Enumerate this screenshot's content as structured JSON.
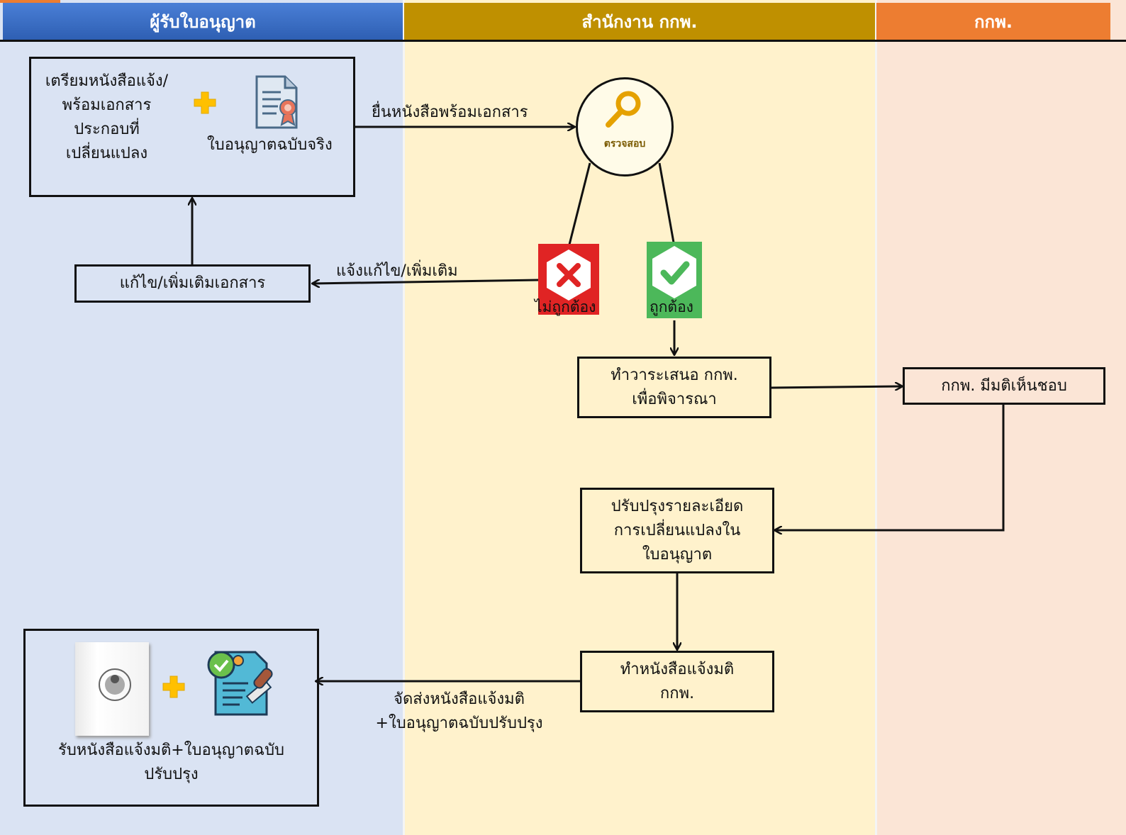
{
  "lanes": [
    {
      "title": "ผู้รับใบอนุญาต",
      "header_color": "#3A6FC4",
      "bg_color": "#DAE3F3"
    },
    {
      "title": "สำนักงาน กกพ.",
      "header_color": "#BF9000",
      "bg_color": "#FFF2CC"
    },
    {
      "title": "กกพ.",
      "header_color": "#ED7D31",
      "bg_color": "#FBE5D6"
    }
  ],
  "nodes": {
    "prepare": {
      "line1": "เตรียมหนังสือแจ้ง/",
      "line2": "พร้อมเอกสาร",
      "line3": "ประกอบที่",
      "line4": "เปลี่ยนแปลง",
      "license_label": "ใบอนุญาตฉบับจริง"
    },
    "check": {
      "label": "ตรวจสอบ"
    },
    "fix": {
      "label": "แก้ไข/เพิ่มเติมเอกสาร"
    },
    "incorrect": {
      "label": "ไม่ถูกต้อง"
    },
    "correct": {
      "label": "ถูกต้อง"
    },
    "agenda": {
      "line1": "ทำวาระเสนอ กกพ.",
      "line2": "เพื่อพิจารณา"
    },
    "approve": {
      "label": "กกพ. มีมติเห็นชอบ"
    },
    "revise": {
      "line1": "ปรับปรุงรายละเอียด",
      "line2": "การเปลี่ยนแปลงใน",
      "line3": "ใบอนุญาต"
    },
    "notify": {
      "line1": "ทำหนังสือแจ้งมติ",
      "line2": "กกพ."
    },
    "receive": {
      "line1": "รับหนังสือแจ้งมติ+ใบอนุญาตฉบับ",
      "line2": "ปรับปรุง"
    }
  },
  "edges": {
    "submit": "ยื่นหนังสือพร้อมเอกสาร",
    "notify_fix": "แจ้งแก้ไข/เพิ่มเติม",
    "send_line1": "จัดส่งหนังสือแจ้งมติ",
    "send_line2": "+ใบอนุญาตฉบับปรับปรุง"
  },
  "icons": [
    "plus-icon",
    "certificate-document-icon",
    "magnifier-icon",
    "x-mark-icon",
    "check-mark-icon",
    "emblem-book-icon",
    "stamped-document-icon"
  ]
}
